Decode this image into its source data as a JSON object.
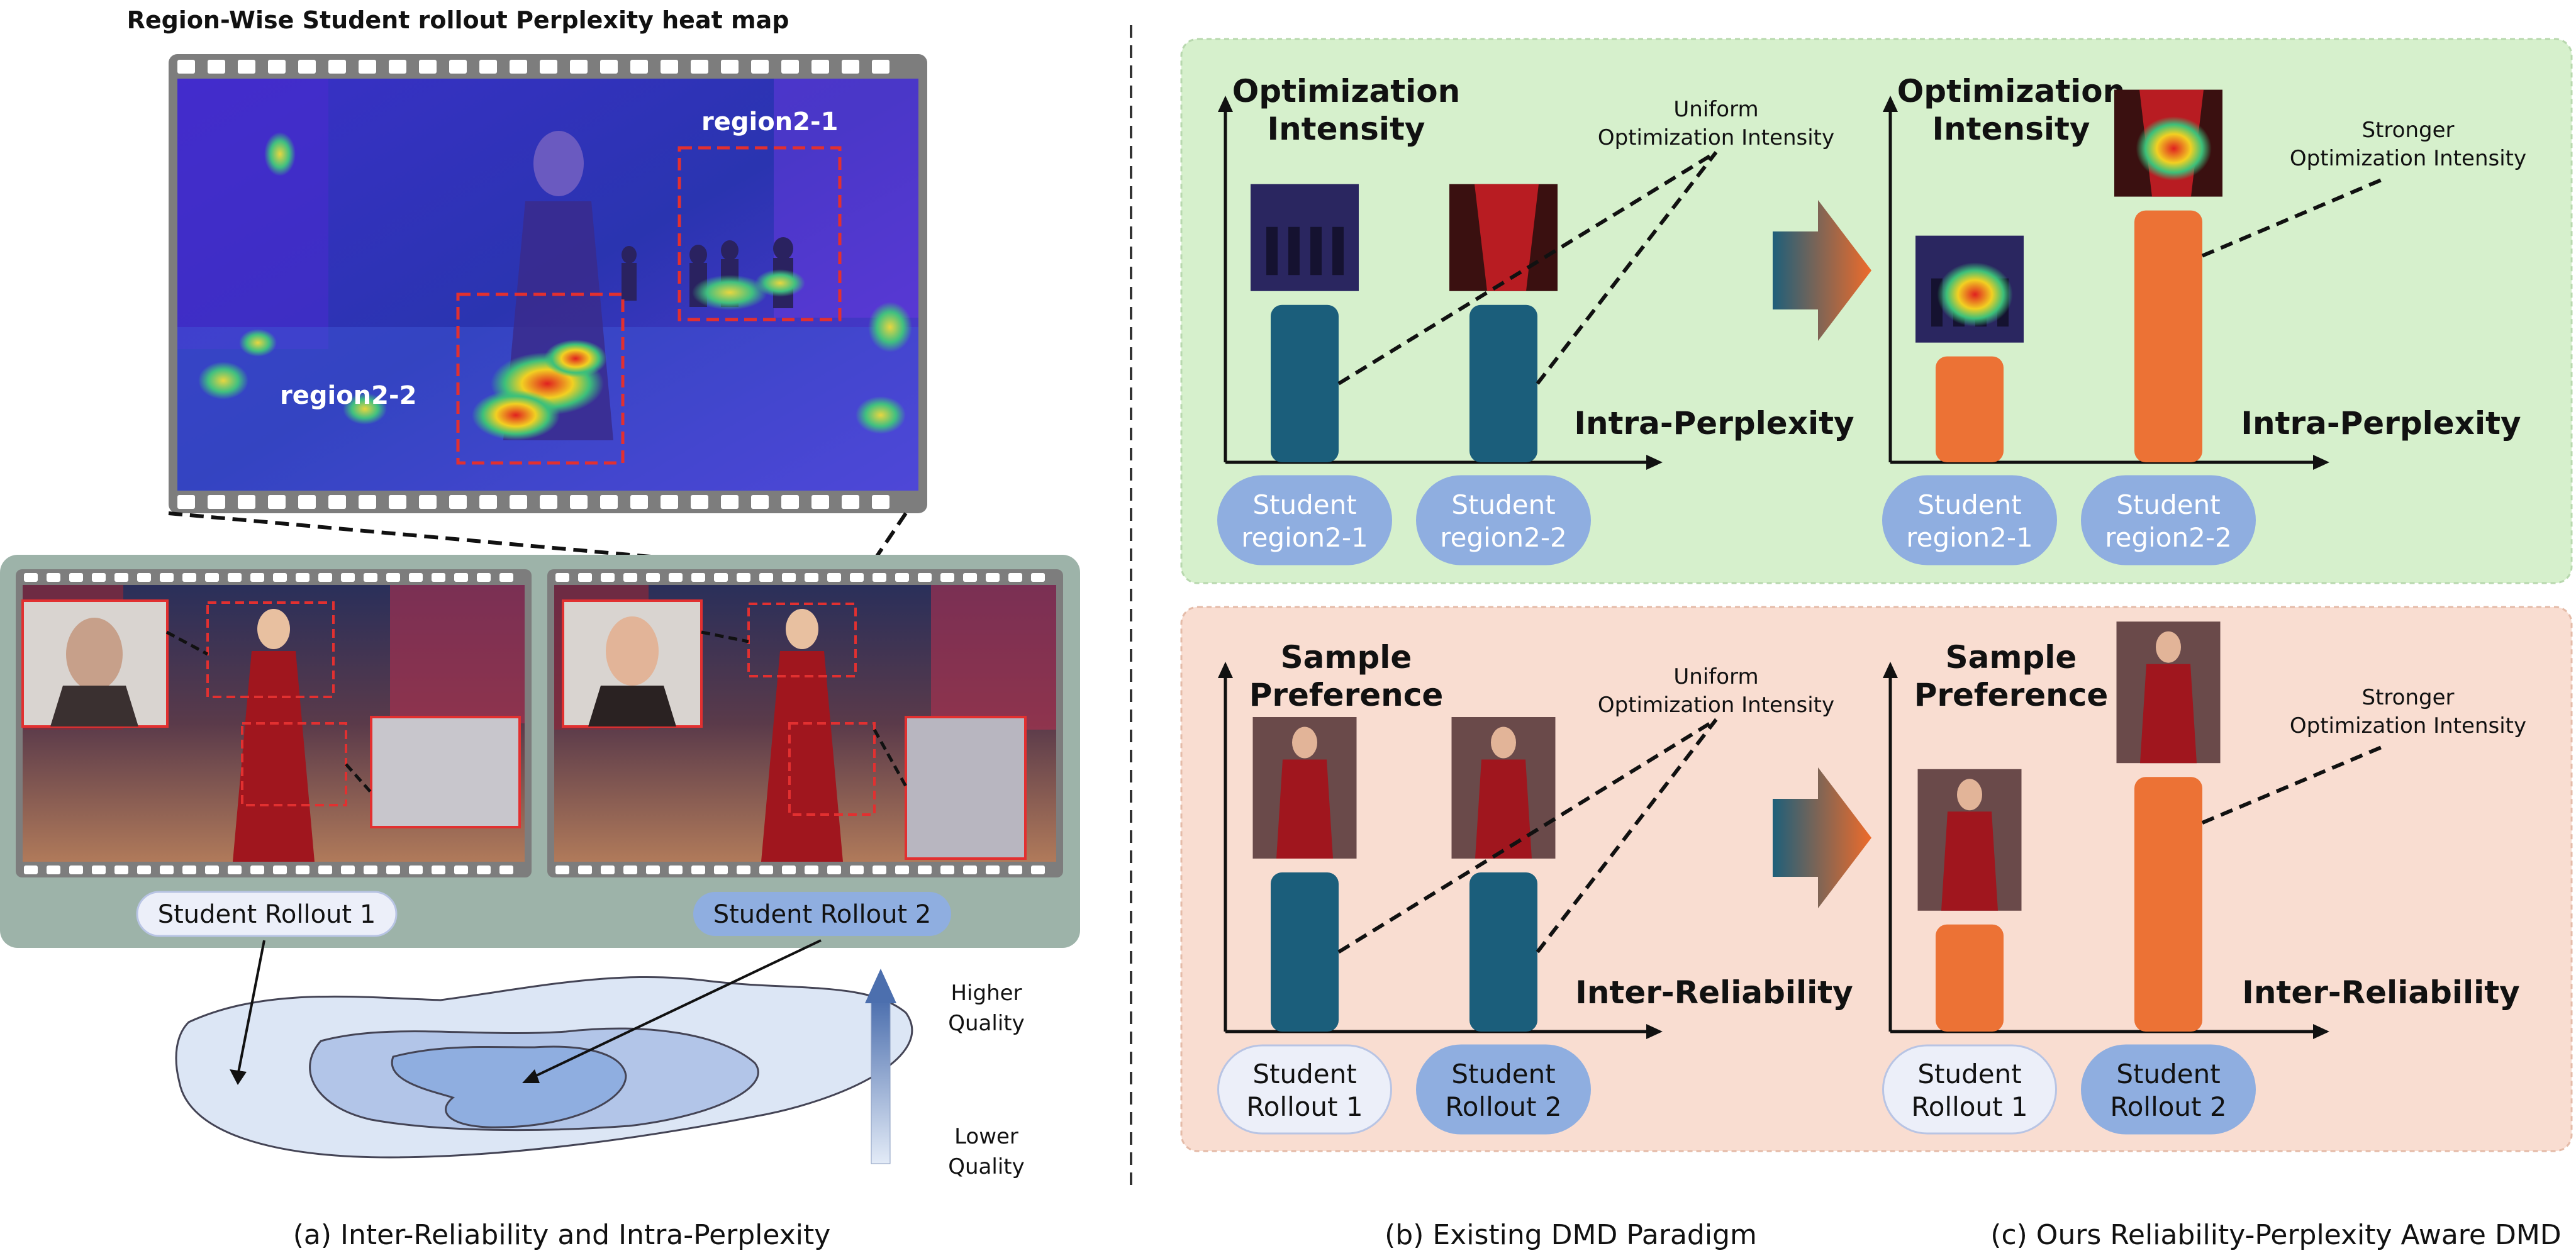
{
  "panel_a": {
    "heatmap_title": "Region-Wise Student rollout Perplexity heat map",
    "region_1": "region2-1",
    "region_2": "region2-2",
    "rollout_1": "Student Rollout 1",
    "rollout_2": "Student Rollout 2",
    "quality_high_line1": "Higher",
    "quality_high_line2": "Quality",
    "quality_low_line1": "Lower",
    "quality_low_line2": "Quality",
    "caption": "(a) Inter-Reliability and Intra-Perplexity"
  },
  "panel_b": {
    "caption": "(b) Existing DMD Paradigm",
    "top": {
      "ylabel_line1": "Optimization",
      "ylabel_line2": "Intensity",
      "xlabel": "Intra-Perplexity",
      "annotation_line1": "Uniform",
      "annotation_line2": "Optimization Intensity",
      "bar1_label_line1": "Student",
      "bar1_label_line2": "region2-1",
      "bar2_label_line1": "Student",
      "bar2_label_line2": "region2-2"
    },
    "bottom": {
      "ylabel_line1": "Sample",
      "ylabel_line2": "Preference",
      "xlabel": "Inter-Reliability",
      "annotation_line1": "Uniform",
      "annotation_line2": "Optimization Intensity",
      "bar1_label_line1": "Student",
      "bar1_label_line2": "Rollout 1",
      "bar2_label_line1": "Student",
      "bar2_label_line2": "Rollout 2"
    }
  },
  "panel_c": {
    "caption": "(c) Ours Reliability-Perplexity Aware DMD",
    "top": {
      "ylabel_line1": "Optimization",
      "ylabel_line2": "Intensity",
      "xlabel": "Intra-Perplexity",
      "annotation_line1": "Stronger",
      "annotation_line2": "Optimization Intensity",
      "bar1_label_line1": "Student",
      "bar1_label_line2": "region2-1",
      "bar2_label_line1": "Student",
      "bar2_label_line2": "region2-2"
    },
    "bottom": {
      "ylabel_line1": "Sample",
      "ylabel_line2": "Preference",
      "xlabel": "Inter-Reliability",
      "annotation_line1": "Stronger",
      "annotation_line2": "Optimization Intensity",
      "bar1_label_line1": "Student",
      "bar1_label_line2": "Rollout 1",
      "bar2_label_line1": "Student",
      "bar2_label_line2": "Rollout 2"
    }
  },
  "colors": {
    "teal_bar": "#1b5e7b",
    "orange_bar": "#ec7235",
    "green_panel": "#d6f0cc",
    "pink_panel": "#f9ddd1",
    "label_blue": "#8faee0",
    "label_light": "#eceff9",
    "film_gray": "#7d7d7d",
    "sage_box": "#9db3a9"
  }
}
